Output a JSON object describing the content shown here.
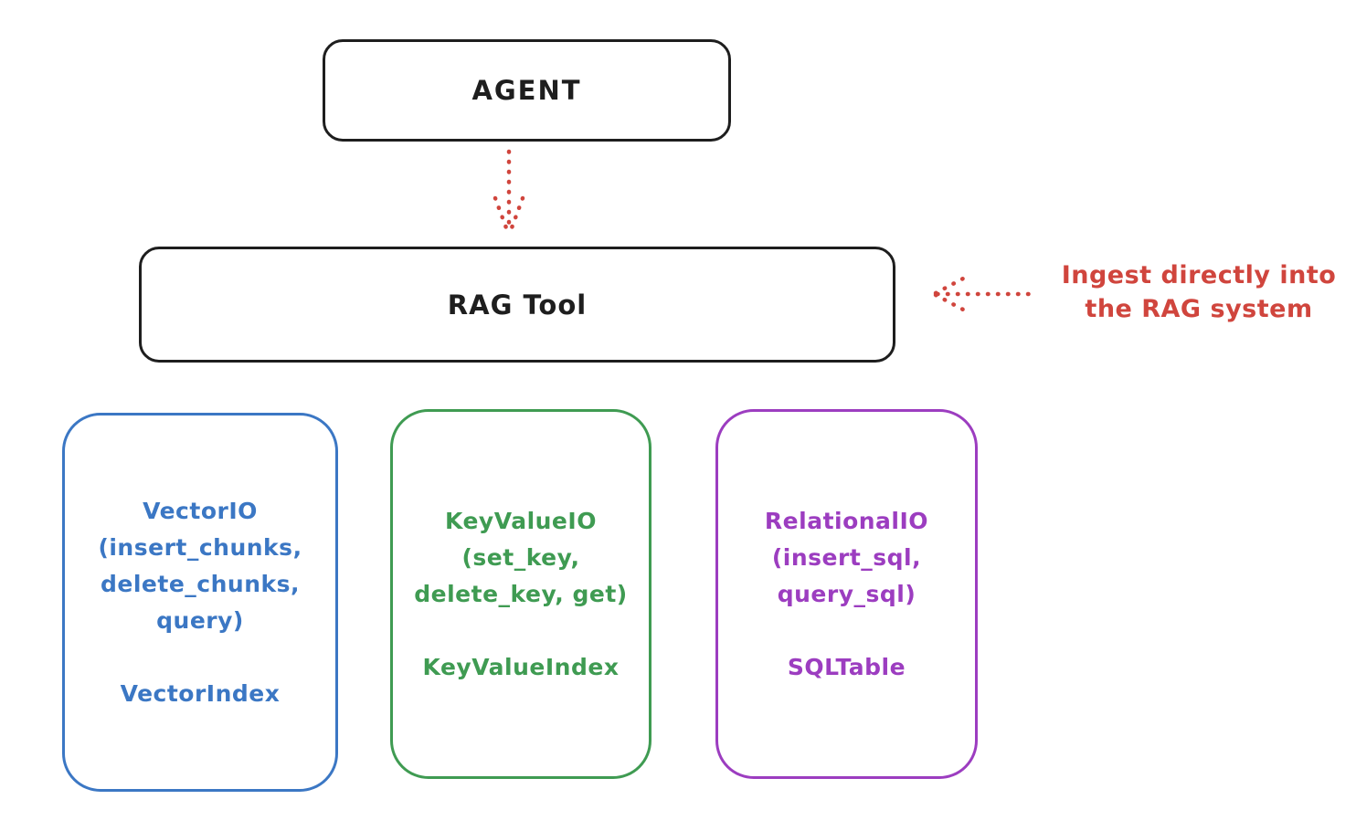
{
  "diagram": {
    "title_hint": "RAG tool architecture sketch",
    "agent_node": {
      "label": "AGENT"
    },
    "rag_tool_node": {
      "label": "RAG Tool"
    },
    "annotation": {
      "text": "Ingest directly into\nthe RAG system"
    },
    "arrows": [
      {
        "name": "agent-to-ragtool",
        "style": "dotted",
        "direction": "down"
      },
      {
        "name": "annotation-to-ragtool",
        "style": "dotted",
        "direction": "left"
      }
    ],
    "backends": [
      {
        "id": "vector",
        "color": "#3b77c4",
        "text": "VectorIO\n(insert_chunks,\ndelete_chunks,\nquery)\n\nVectorIndex"
      },
      {
        "id": "keyvalue",
        "color": "#3f9b52",
        "text": "KeyValueIO\n(set_key,\ndelete_key, get)\n\nKeyValueIndex"
      },
      {
        "id": "relational",
        "color": "#9c3dc0",
        "text": "RelationalIO\n(insert_sql,\nquery_sql)\n\nSQLTable"
      }
    ],
    "colors": {
      "stroke_black": "#1e1e1e",
      "accent_red": "#d0453d",
      "blue": "#3b77c4",
      "green": "#3f9b52",
      "purple": "#9c3dc0",
      "background": "#ffffff"
    }
  }
}
